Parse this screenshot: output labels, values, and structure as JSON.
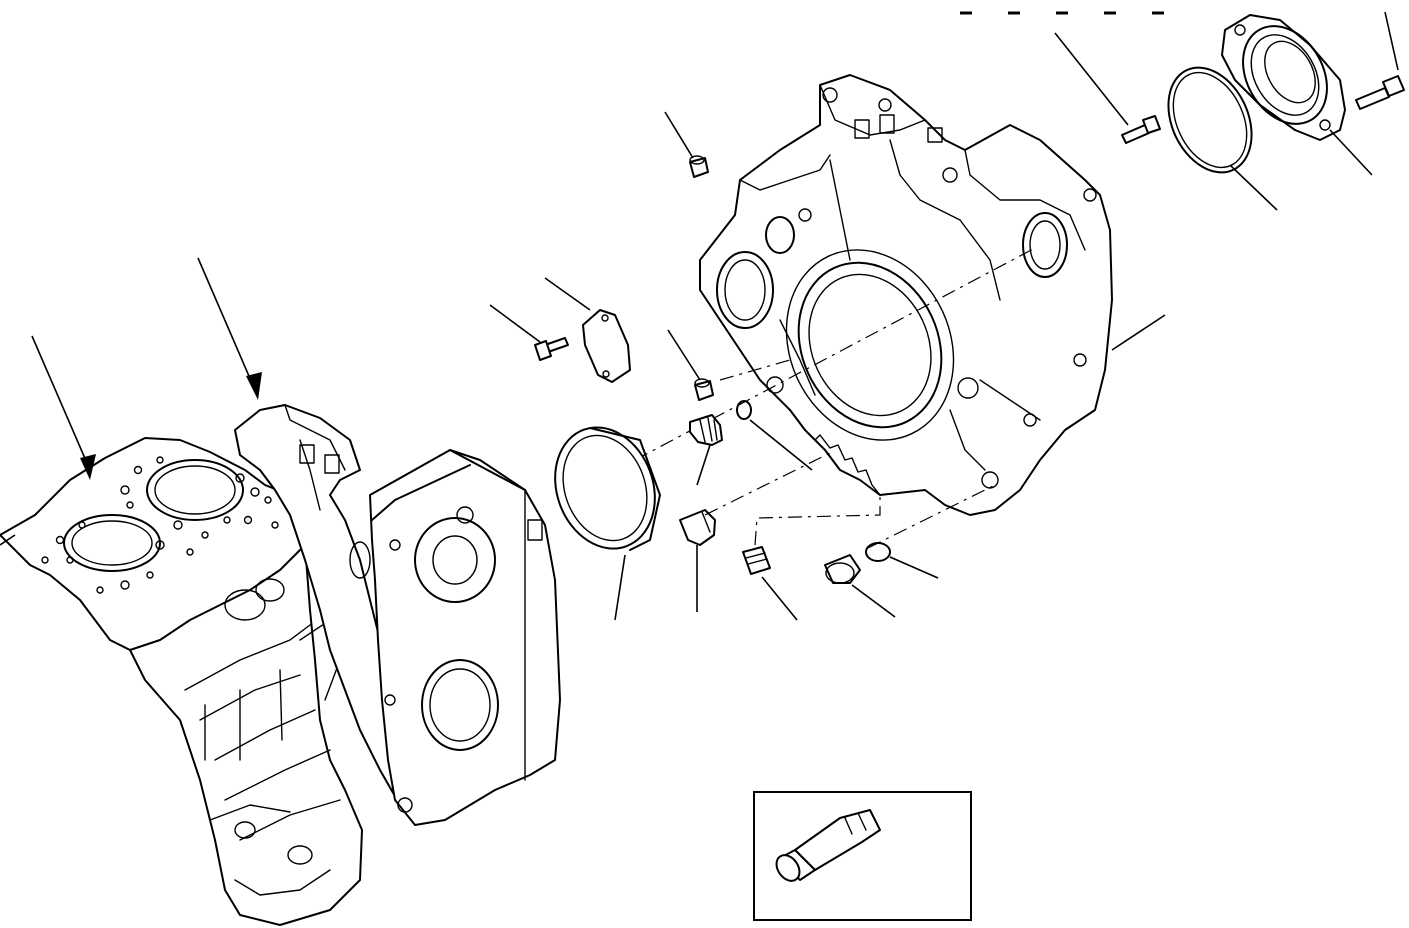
{
  "figure": {
    "type": "exploded parts diagram",
    "labels_visible": false,
    "parts": [
      "engine-block-with-head-gasket",
      "gear-housing-plate",
      "flywheel-housing",
      "rear-oil-seal-carrier",
      "o-ring-large",
      "flange-bolt",
      "flange-bolt-small",
      "cover-plate",
      "cover-bolt",
      "bushing-top",
      "bushing-mid",
      "plug-upper",
      "small-o-ring",
      "rear-crankshaft-seal",
      "plug-lower",
      "threaded-plug",
      "plug-right",
      "o-ring-right",
      "sealant-tube"
    ]
  }
}
